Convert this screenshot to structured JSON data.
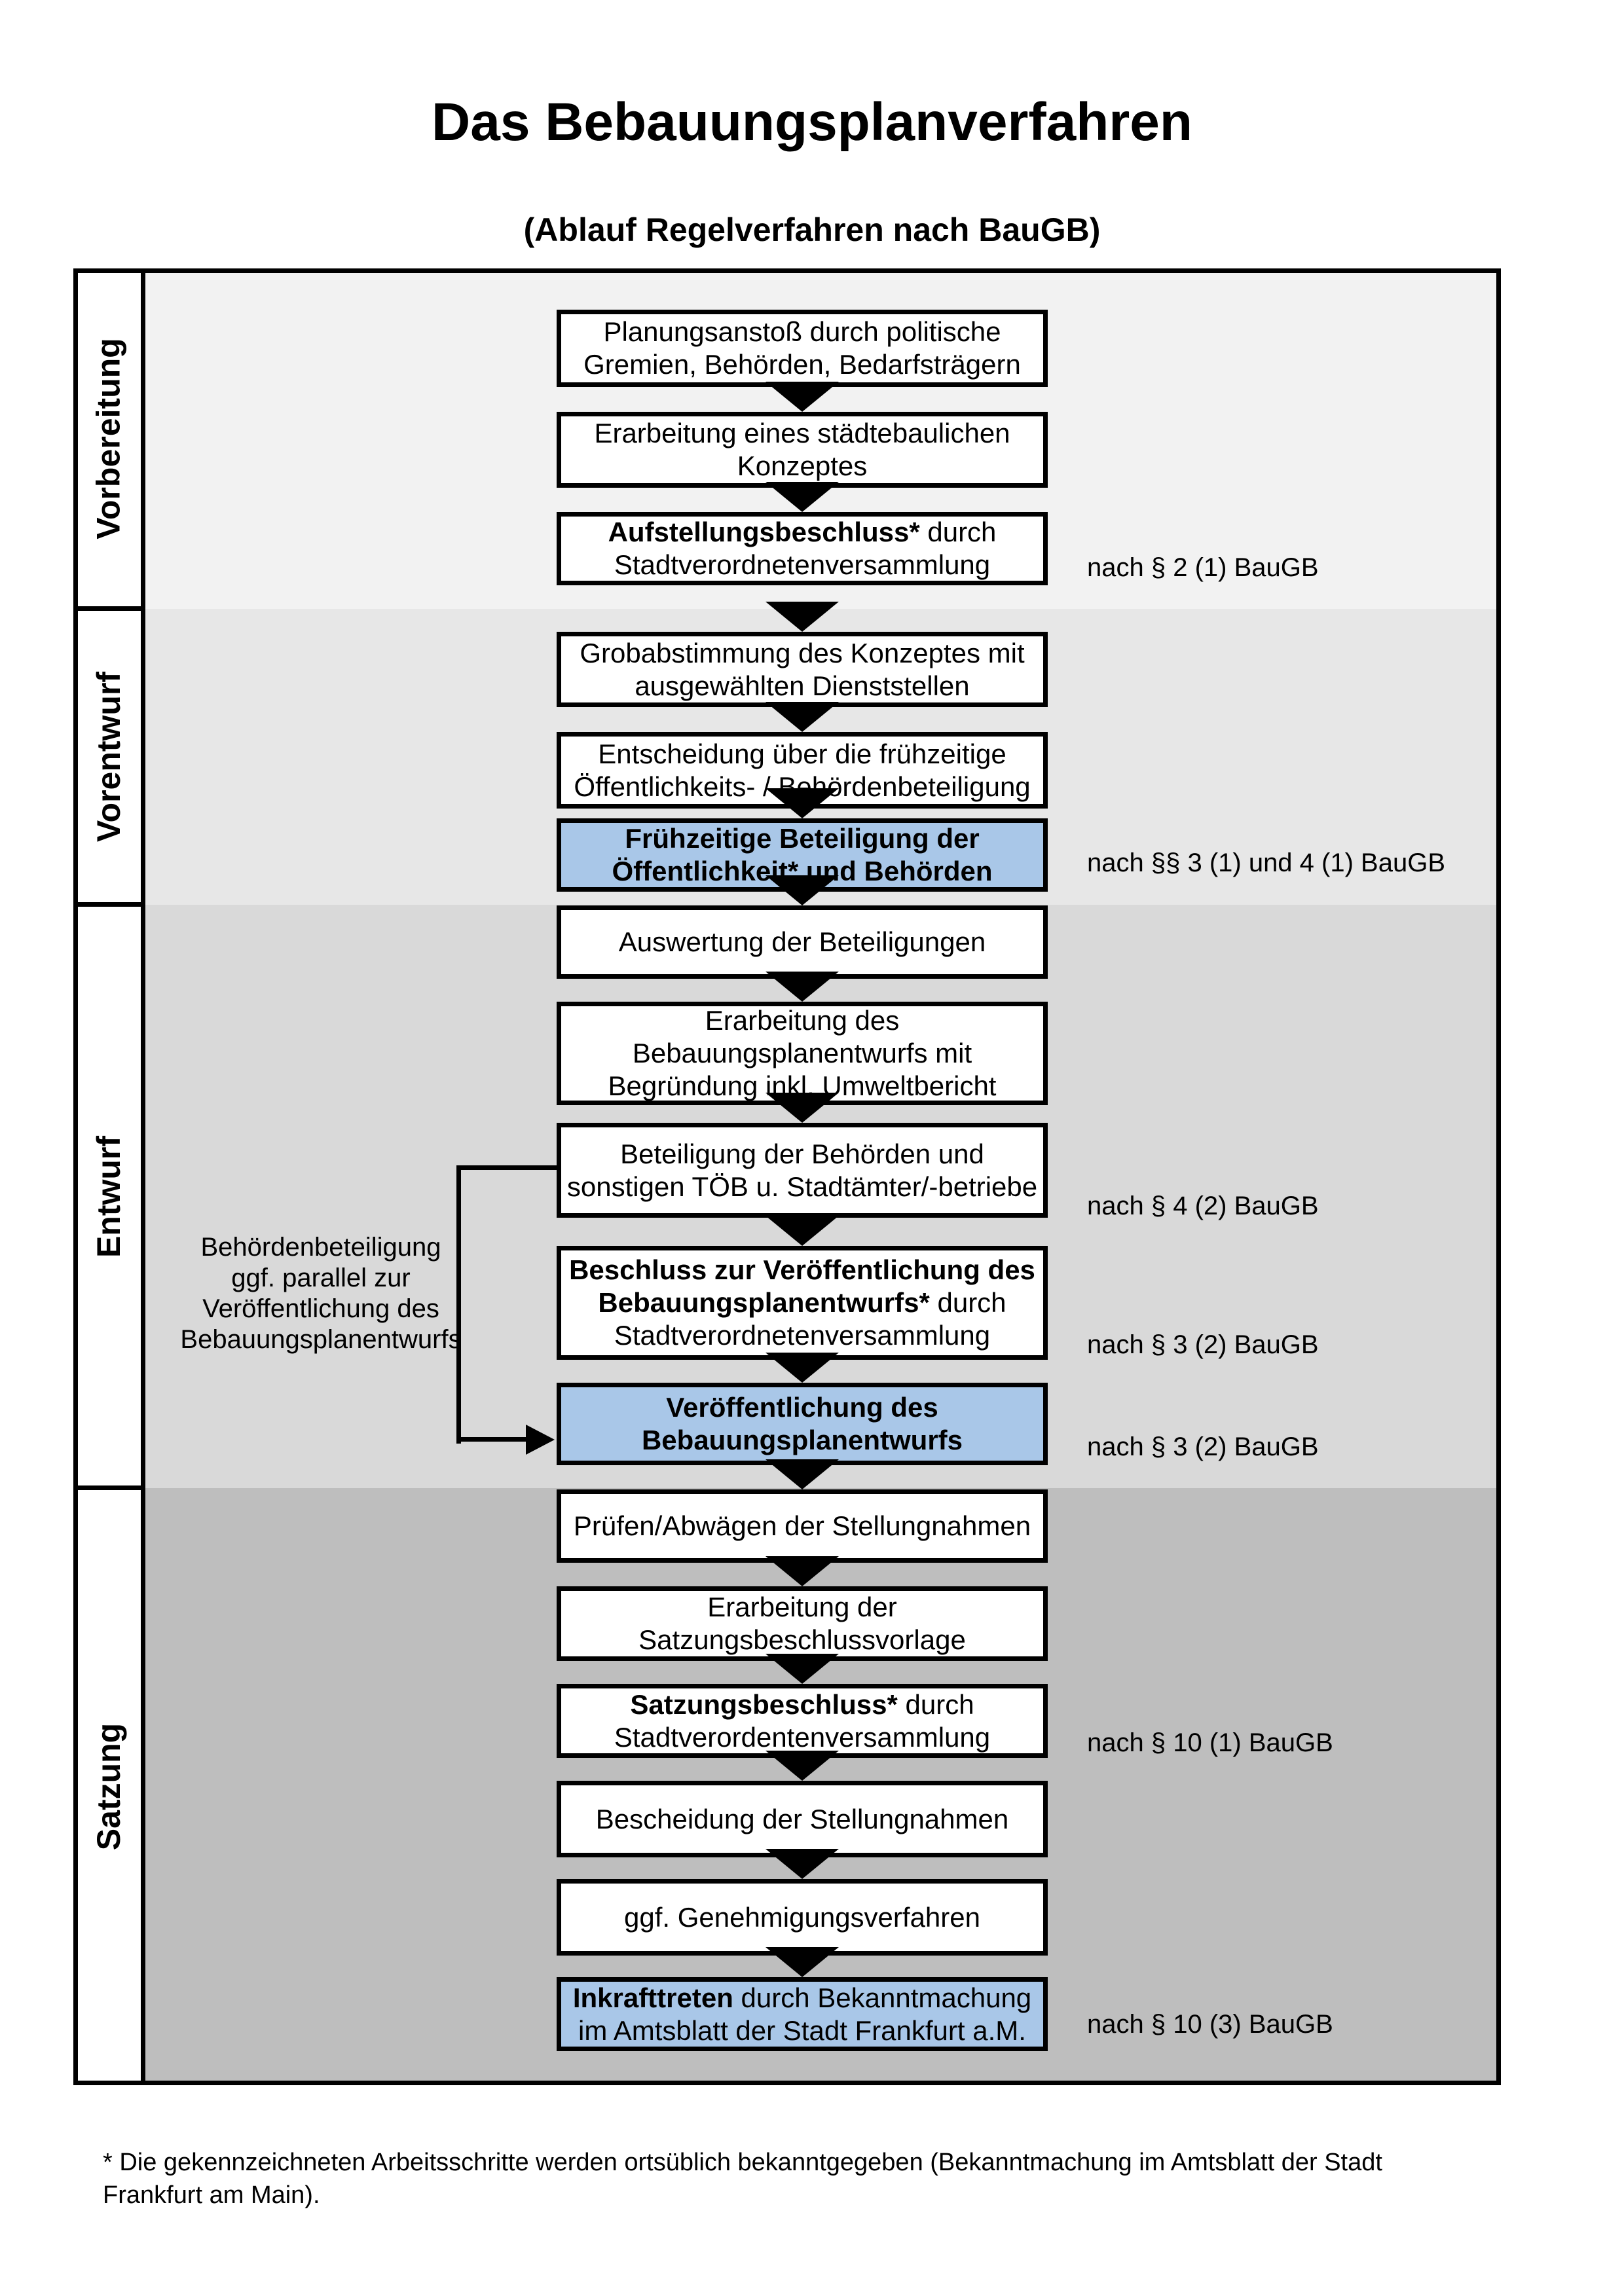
{
  "title": "Das Bebauungsplanverfahren",
  "subtitle": "(Ablauf Regelverfahren nach BauGB)",
  "phases": [
    {
      "label": "Vorbereitung"
    },
    {
      "label": "Vorentwurf"
    },
    {
      "label": "Entwurf"
    },
    {
      "label": "Satzung"
    }
  ],
  "boxes": [
    {
      "bold": "",
      "text": "Planungsanstoß durch politische\nGremien, Behörden, Bedarfsträgern",
      "highlight": false
    },
    {
      "bold": "",
      "text": "Erarbeitung eines städtebaulichen\nKonzeptes",
      "highlight": false
    },
    {
      "bold": "Aufstellungsbeschluss*",
      "text": " durch\nStadtverordnetenversammlung",
      "highlight": false
    },
    {
      "bold": "",
      "text": "Grobabstimmung des Konzeptes mit\nausgewählten Dienststellen",
      "highlight": false
    },
    {
      "bold": "",
      "text": "Entscheidung über die frühzeitige\nÖffentlichkeits- / Behördenbeteiligung",
      "highlight": false
    },
    {
      "bold": "Frühzeitige Beteiligung der\nÖffentlichkeit* und Behörden",
      "text": "",
      "highlight": true
    },
    {
      "bold": "",
      "text": "Auswertung der Beteiligungen",
      "highlight": false
    },
    {
      "bold": "",
      "text": "Erarbeitung des\nBebauungsplanentwurfs mit\nBegründung inkl. Umweltbericht",
      "highlight": false
    },
    {
      "bold": "",
      "text": "Beteiligung der Behörden und\nsonstigen TÖB u. Stadtämter/-betriebe",
      "highlight": false
    },
    {
      "bold": "Beschluss zur Veröffentlichung des\nBebauungsplanentwurfs*",
      "text": " durch\nStadtverordnetenversammlung",
      "highlight": false
    },
    {
      "bold": "Veröffentlichung des\nBebauungsplanentwurfs",
      "text": "",
      "highlight": true
    },
    {
      "bold": "",
      "text": "Prüfen/Abwägen der Stellungnahmen",
      "highlight": false
    },
    {
      "bold": "",
      "text": "Erarbeitung der\nSatzungsbeschlussvorlage",
      "highlight": false
    },
    {
      "bold": "Satzungsbeschluss*",
      "text": " durch\nStadtverordentenversammlung",
      "highlight": false
    },
    {
      "bold": "",
      "text": "Bescheidung der Stellungnahmen",
      "highlight": false
    },
    {
      "bold": "",
      "text": "ggf. Genehmigungsverfahren",
      "highlight": false
    },
    {
      "bold": "Inkrafttreten",
      "text": " durch Bekanntmachung\nim Amtsblatt der Stadt Frankfurt a.M.",
      "highlight": true
    }
  ],
  "notes": [
    {
      "text": "nach § 2 (1) BauGB"
    },
    {
      "text": "nach §§ 3 (1) und 4 (1) BauGB"
    },
    {
      "text": "nach § 4 (2) BauGB"
    },
    {
      "text": "nach § 3 (2) BauGB"
    },
    {
      "text": "nach § 3 (2) BauGB"
    },
    {
      "text": "nach § 10 (1) BauGB"
    },
    {
      "text": "nach § 10 (3) BauGB"
    }
  ],
  "side_note": "Behördenbeteiligung\nggf. parallel zur\nVeröffentlichung des\nBebauungsplanentwurfs",
  "footnote": "* Die gekennzeichneten Arbeitsschritte werden ortsüblich bekanntgegeben (Bekanntmachung im Amtsblatt  der Stadt\nFrankfurt am Main).",
  "colors": {
    "band_vorbereitung": "#F2F2F2",
    "band_vorentwurf": "#E7E7E7",
    "band_entwurf": "#D9D9D9",
    "band_satzung": "#BEBEBE",
    "highlight_blue": "#A9C7E8"
  }
}
